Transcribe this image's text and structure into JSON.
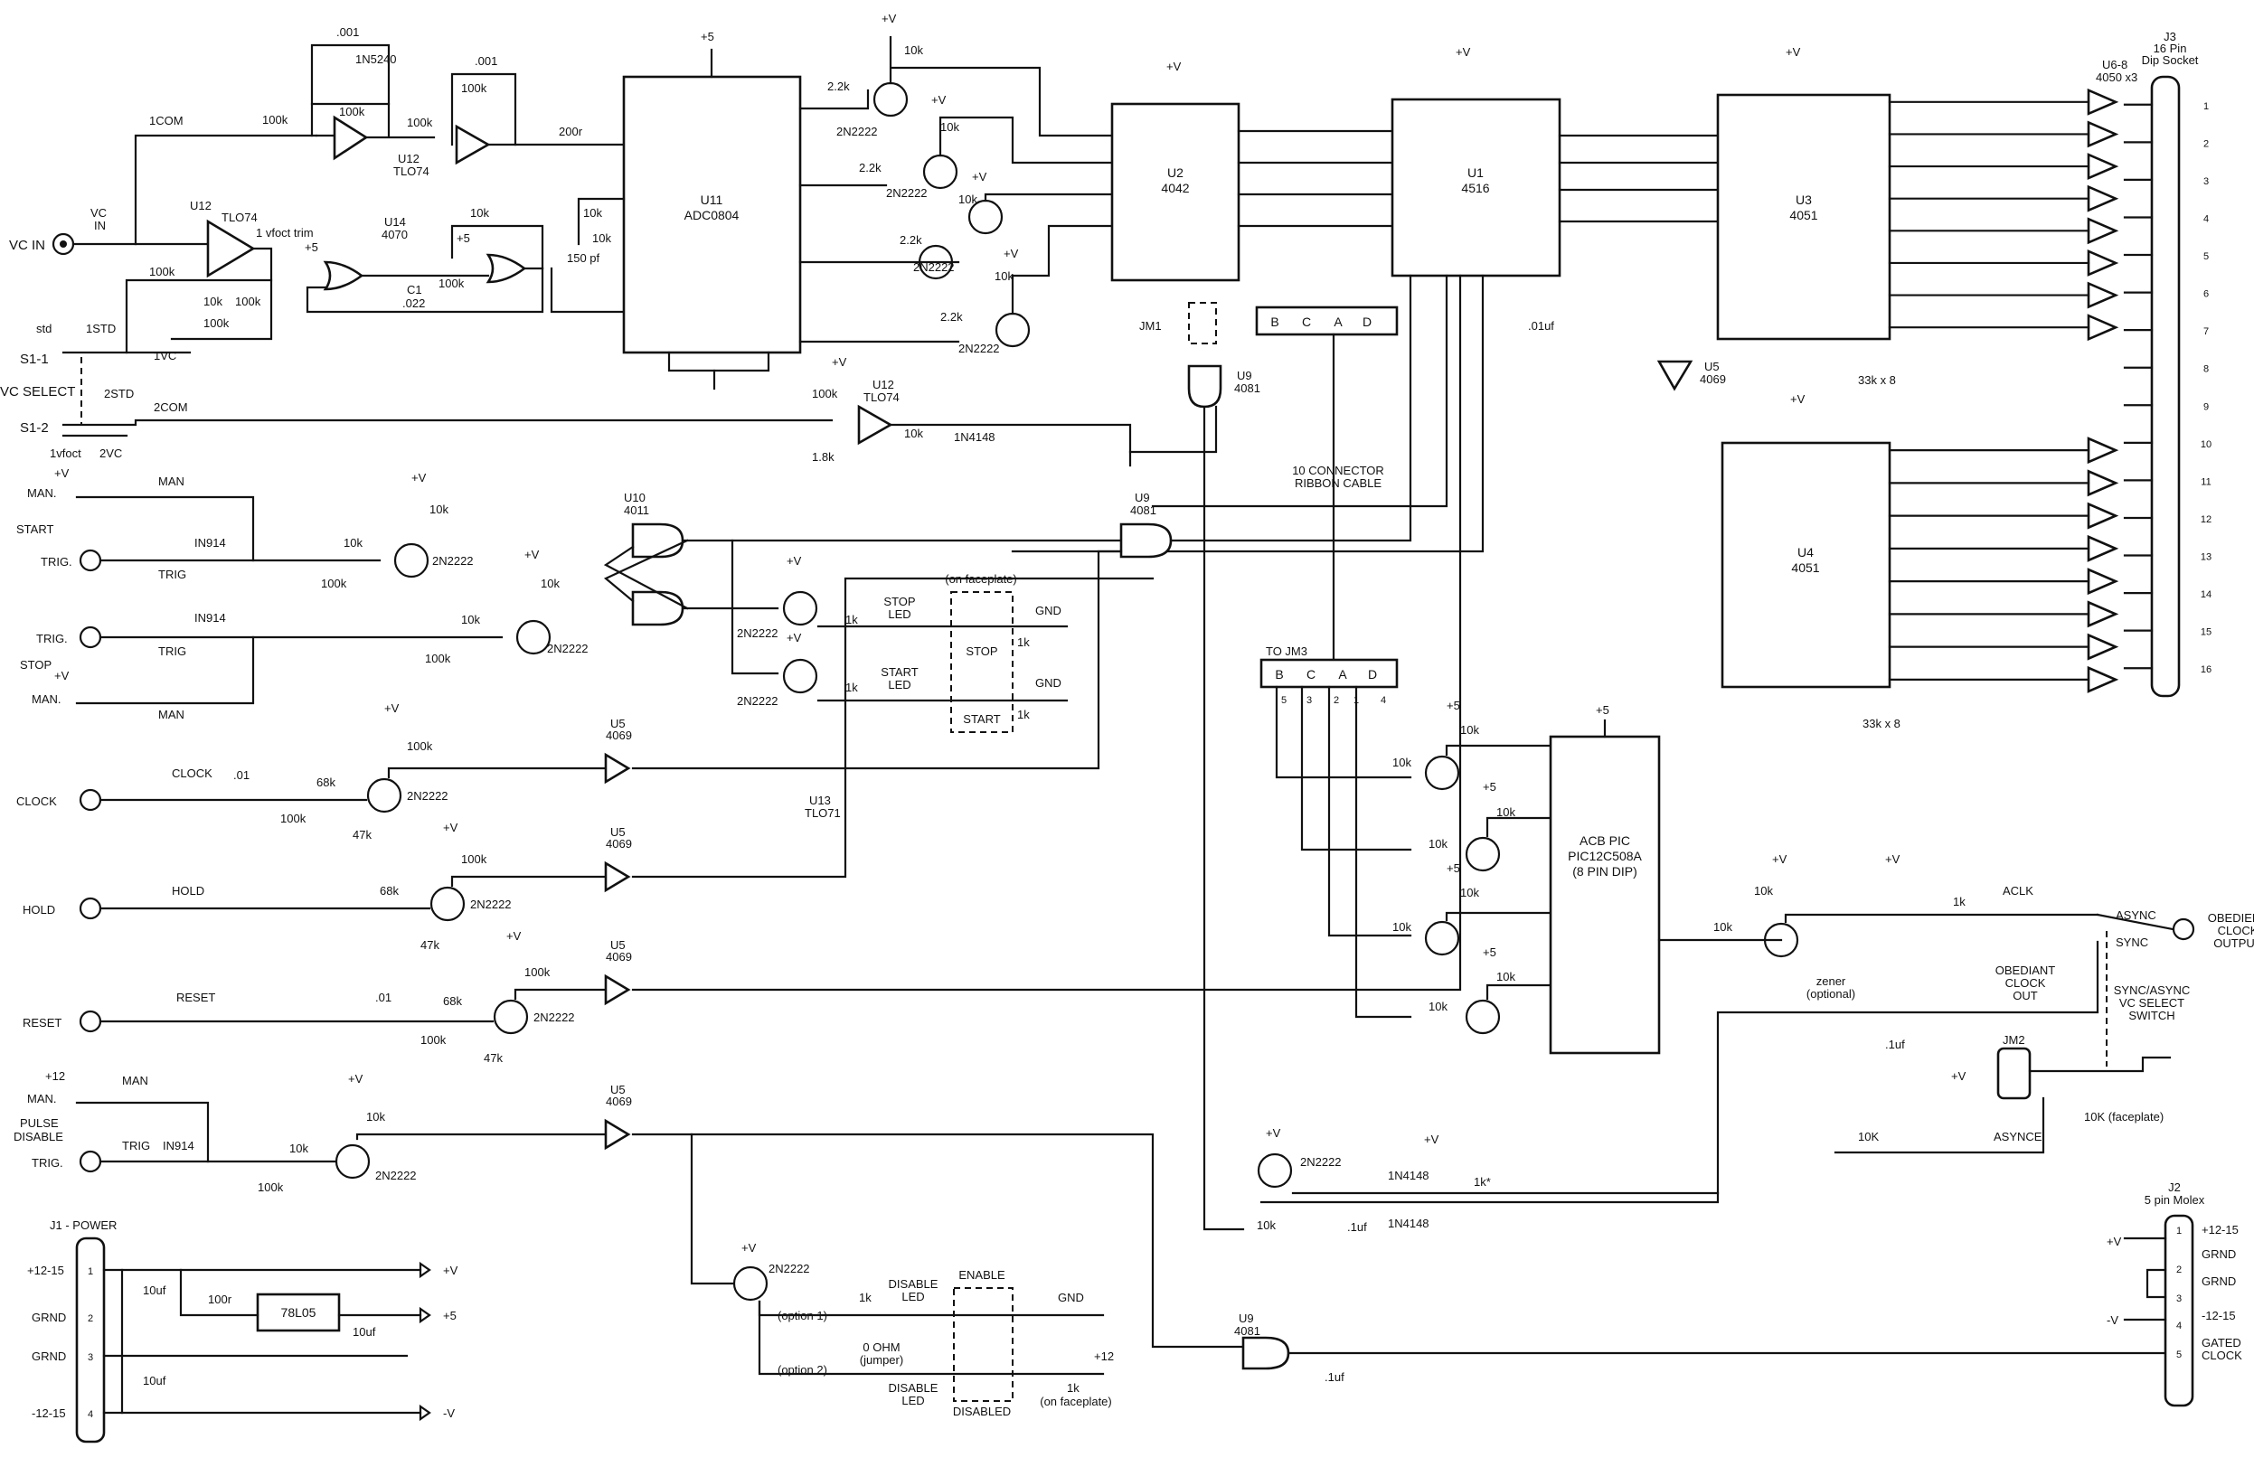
{
  "chips": {
    "u11": {
      "ref": "U11",
      "part": "ADC0804"
    },
    "u2": {
      "ref": "U2",
      "part": "4042"
    },
    "u1": {
      "ref": "U1",
      "part": "4516"
    },
    "u3": {
      "ref": "U3",
      "part": "4051"
    },
    "u4": {
      "ref": "U4",
      "part": "4051"
    },
    "pic": {
      "line1": "ACB PIC",
      "line2": "PIC12C508A",
      "line3": "(8 PIN DIP)"
    },
    "reg": {
      "part": "78L05"
    },
    "u12a": {
      "ref": "U12",
      "part": "TLO74",
      "note": "1 vfoct trim"
    },
    "u12b": {
      "ref": "U12",
      "part": "TLO74"
    },
    "u12c": {
      "ref": "U12",
      "part": "TLO74"
    },
    "u14": {
      "ref": "U14",
      "part": "4070"
    },
    "u10": {
      "ref": "U10",
      "part": "4011"
    },
    "u9a": {
      "ref": "U9",
      "part": "4081"
    },
    "u9b": {
      "ref": "U9",
      "part": "4081"
    },
    "u9c": {
      "ref": "U9",
      "part": "4081"
    },
    "u5a": {
      "ref": "U5",
      "part": "4069"
    },
    "u5b": {
      "ref": "U5",
      "part": "4069"
    },
    "u5c": {
      "ref": "U5",
      "part": "4069"
    },
    "u5d": {
      "ref": "U5",
      "part": "4069"
    },
    "u5e": {
      "ref": "U5",
      "part": "4069"
    },
    "u13": {
      "ref": "U13",
      "part": "TLO71"
    },
    "u68": {
      "ref": "U6-8",
      "part": "4050 x3"
    }
  },
  "connectors": {
    "j3": {
      "ref": "J3",
      "line1": "16 Pin",
      "line2": "Dip Socket",
      "pins": [
        "1",
        "2",
        "3",
        "4",
        "5",
        "6",
        "7",
        "8",
        "9",
        "10",
        "11",
        "12",
        "13",
        "14",
        "15",
        "16"
      ]
    },
    "j1": {
      "title": "J1 - POWER",
      "rows": [
        "+12-15",
        "GRND",
        "GRND",
        "-12-15"
      ],
      "pins": [
        "1",
        "2",
        "3",
        "4"
      ]
    },
    "j2": {
      "ref": "J2",
      "sub": "5 pin Molex",
      "rows": [
        "+12-15",
        "GRND",
        "GRND",
        "-12-15"
      ],
      "row5a": "GATED",
      "row5b": "CLOCK",
      "pins": [
        "1",
        "2",
        "3",
        "4",
        "5"
      ]
    },
    "jm3": {
      "pins": [
        "B",
        "C",
        "A",
        "D"
      ]
    },
    "jm3b": {
      "title": "TO JM3",
      "pins": [
        "B",
        "C",
        "A",
        "D"
      ],
      "nums": [
        "5",
        "3",
        "2",
        "1",
        "4"
      ]
    },
    "ribbon": {
      "line1": "10 CONNECTOR",
      "line2": "RIBBON CABLE"
    }
  },
  "inputs": {
    "vcin": "VC IN",
    "vc": "VC",
    "vc2": "IN",
    "com1": "1COM",
    "com2": "2COM",
    "std1": "1STD",
    "std2": "2STD",
    "std": "std",
    "s11": "S1-1",
    "s12": "S1-2",
    "vcsel": "VC SELECT",
    "ivc": "1VC",
    "ivfoct": "1vfoct",
    "vc2b": "2VC",
    "start": "START",
    "man": "MAN.",
    "man2": "MAN",
    "trig": "TRIG.",
    "trig2": "TRIG",
    "stop": "STOP",
    "clock": "CLOCK",
    "hold": "HOLD",
    "reset": "RESET",
    "pulse1": "PULSE",
    "pulse2": "DISABLE"
  },
  "labels": {
    "plusv": "+V",
    "minusv": "-V",
    "plus5": "+5",
    "plus12": "+12",
    "gnd": "GND",
    "r100k": "100k",
    "r10k": "10k",
    "r2k2": "2.2k",
    "r1k": "1k",
    "r68k": "68k",
    "r47k": "47k",
    "r1k8": "1.8k",
    "r200": "200r",
    "r100r": "100r",
    "r33k": "33k x 8",
    "c001": ".001",
    "c01": ".01",
    "c022": ".022",
    "c150": "150 pf",
    "c01uf": ".01uf",
    "c1uf": ".1uf",
    "c10uf": "10uf",
    "c1": "C1",
    "q": "2N2222",
    "d1": "1N5240",
    "d2": "IN914",
    "d3": "1N4148",
    "jm1": "JM1",
    "jm2": "JM2",
    "stopled1": "STOP",
    "stopled2": "LED",
    "startled1": "START",
    "startled2": "LED",
    "faceplate": "(on faceplate)",
    "ledstop": "STOP",
    "ledstart": "START",
    "disled1": "DISABLE",
    "disled2": "LED",
    "opt1": "(option 1)",
    "opt2": "(option 2)",
    "zero1": "0 OHM",
    "zero2": "(jumper)",
    "enable": "ENABLE",
    "disabled": "DISABLED",
    "faceplate2": "(on faceplate)",
    "aclk": "ACLK",
    "async": "ASYNC",
    "sync": "SYNC",
    "obd1": "OBEDIENT",
    "obd2": "CLOCK",
    "obd3": "OUTPUT",
    "obo1": "OBEDIANT",
    "obo2": "CLOCK",
    "obo3": "OUT",
    "sw1": "SYNC/ASYNC",
    "sw2": "VC SELECT",
    "sw3": "SWITCH",
    "r10kfp": "10K (faceplate)",
    "r10kb": "10K",
    "asynce": "ASYNCE",
    "zener1": "zener",
    "zener2": "(optional)",
    "r1kstar": "1k*"
  },
  "colors": {
    "ink": "#111111",
    "paper": "#ffffff"
  }
}
